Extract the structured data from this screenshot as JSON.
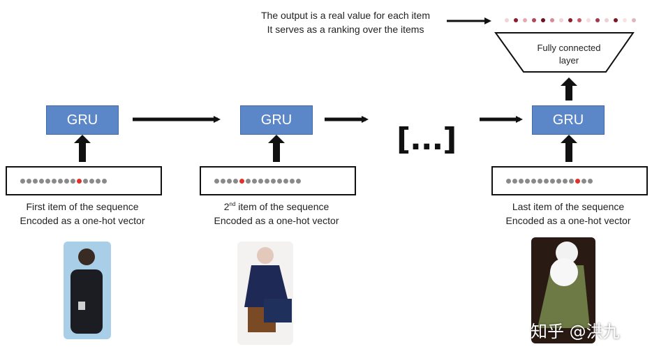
{
  "output_note": {
    "line1": "The output is a real value for each item",
    "line2": "It serves as a ranking over the items"
  },
  "fully_connected": {
    "line1": "Fully connected",
    "line2": "layer"
  },
  "gru_label": "GRU",
  "ellipsis": "[...]",
  "steps": [
    {
      "caption_line1_main": "First item of the sequence",
      "caption_line2": "Encoded as a one-hot vector",
      "vector_length": 14,
      "hot_index": 9
    },
    {
      "caption_sup": "nd",
      "caption_prefix": "2",
      "caption_line1_rest": " item of the sequence",
      "caption_line2": "Encoded as a one-hot vector",
      "vector_length": 14,
      "hot_index": 4
    },
    {
      "caption_line1_main": "Last item of the sequence",
      "caption_line2": "Encoded as a one-hot vector",
      "vector_length": 14,
      "hot_index": 11
    }
  ],
  "output_dot_colors": [
    "#f0d3d6",
    "#8a1c2b",
    "#e3a9b1",
    "#b1475a",
    "#6e1020",
    "#d98a96",
    "#f0d3d6",
    "#8a1c2b",
    "#c45a6c",
    "#f4dde0",
    "#a1384b",
    "#ead0d4",
    "#7a1526",
    "#f6e3e6",
    "#dfb6bd"
  ],
  "watermark": "知乎 @洪九",
  "colors": {
    "gru_fill": "#5b86c8",
    "hot_dot": "#e0312a",
    "dot": "#8a8a8a"
  }
}
